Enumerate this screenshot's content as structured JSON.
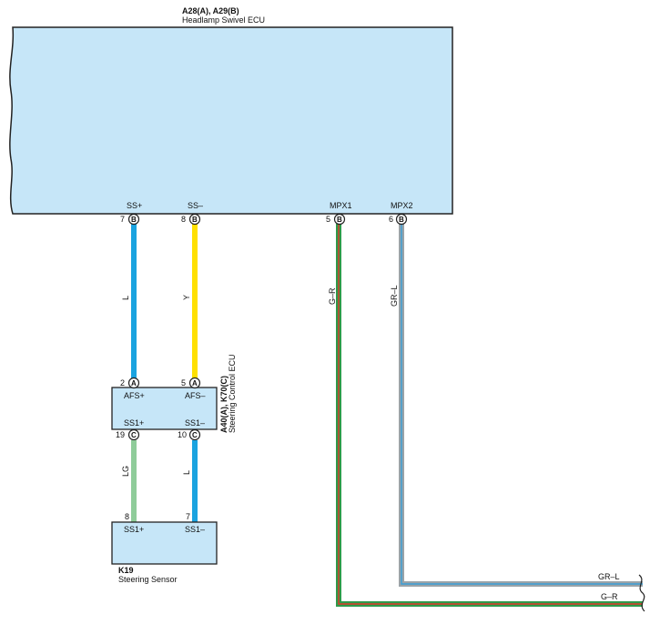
{
  "ecu_main": {
    "id": "A28(A), A29(B)",
    "name": "Headlamp Swivel ECU",
    "pins": [
      {
        "num": "7",
        "conn": "B",
        "label": "SS+"
      },
      {
        "num": "8",
        "conn": "B",
        "label": "SS–"
      },
      {
        "num": "5",
        "conn": "B",
        "label": "MPX1"
      },
      {
        "num": "6",
        "conn": "B",
        "label": "MPX2"
      }
    ]
  },
  "ecu_steer": {
    "id": "A40(A), K70(C)",
    "name": "Steering Control ECU",
    "top_pins": [
      {
        "num": "2",
        "conn": "A",
        "label": "AFS+"
      },
      {
        "num": "5",
        "conn": "A",
        "label": "AFS–"
      }
    ],
    "bottom_pins": [
      {
        "num": "19",
        "conn": "C",
        "label": "SS1+"
      },
      {
        "num": "10",
        "conn": "C",
        "label": "SS1–"
      }
    ]
  },
  "sensor": {
    "id": "K19",
    "name": "Steering Sensor",
    "pins": [
      {
        "num": "8",
        "label": "SS1+"
      },
      {
        "num": "7",
        "label": "SS1–"
      }
    ]
  },
  "wires": {
    "ss_plus": {
      "code": "L",
      "color": "#1aa3e0"
    },
    "ss_minus": {
      "code": "Y",
      "color": "#ffe000"
    },
    "mpx1": {
      "code": "G–R",
      "colors": [
        "#2e9a4a",
        "#e0392b"
      ]
    },
    "mpx2": {
      "code": "GR–L",
      "colors": [
        "#9aa3a8",
        "#3aa0d8"
      ]
    },
    "ss1_plus": {
      "code": "LG",
      "color": "#8fcc9a"
    },
    "ss1_minus": {
      "code": "L",
      "color": "#1aa3e0"
    }
  },
  "exits": {
    "mpx2_label": "GR–L",
    "mpx1_label": "G–R"
  },
  "colors": {
    "ecu_fill": "#c6e6f8",
    "outline": "#222222"
  }
}
